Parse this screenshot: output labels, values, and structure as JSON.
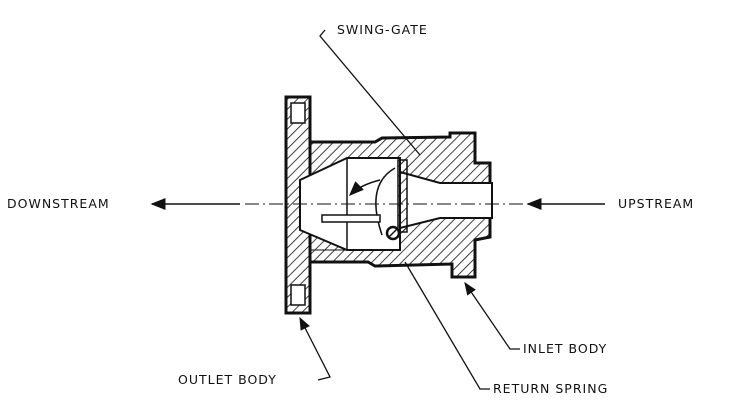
{
  "title": "Swing-gate check valve cross-section",
  "labels": {
    "swing_gate": "SWING-GATE",
    "downstream": "DOWNSTREAM",
    "upstream": "UPSTREAM",
    "inlet_body": "INLET BODY",
    "outlet_body": "OUTLET BODY",
    "return_spring": "RETURN SPRING"
  },
  "colors": {
    "ink": "#111111",
    "background": "#ffffff"
  }
}
